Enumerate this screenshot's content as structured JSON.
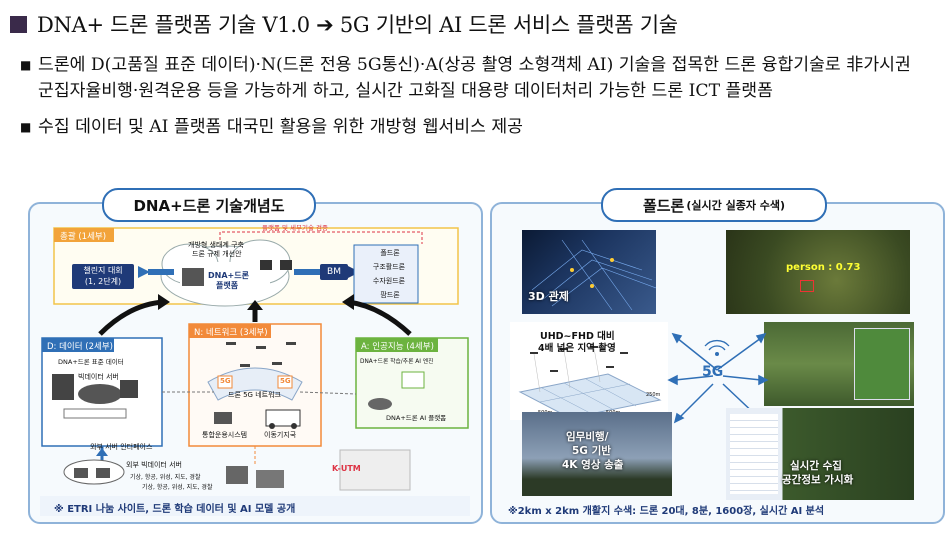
{
  "title": "DNA+ 드론 플랫폼 기술 V1.0 ➔ 5G 기반의 AI 드론 서비스 플랫폼 기술",
  "bullets": [
    "드론에 D(고품질 표준 데이터)·N(드론 전용 5G통신)·A(상공 촬영 소형객체 AI) 기술을 접목한 드론 융합기술로 非가시권 군집자율비행·원격운용 등을 가능하게 하고, 실시간 고화질 대용량 데이터처리 가능한 드론 ICT 플랫폼",
    "수집 데이터 및 AI 플랫폼 대국민 활용을 위한 개방형 웹서비스 제공"
  ],
  "left_panel": {
    "pill": "DNA+드론 기술개념도",
    "top_box_label": "총괄 (1세부)",
    "top_note": "플랫폼 및 세부기술 검증",
    "ecosystem_line1": "개방형 생태계 구축",
    "ecosystem_line2": "드론 규제 개선안",
    "platform_line1": "DNA+드론",
    "platform_line2": "플랫폼",
    "challenge": "챌린지 대회\n(1, 2단계)",
    "bm": "BM",
    "services": [
      "폴드론",
      "구조활드론",
      "수자원드론",
      "팜드론"
    ],
    "d_label": "D: 데이터 (2세부)",
    "d_std": "DNA+드론 표준 데이터",
    "d_server": "빅데이터 서버",
    "n_label": "N: 네트워크 (3세부)",
    "n_5g": "5G",
    "n_net": "드론 5G 네트워크",
    "n_ops": "통합운용시스템",
    "n_mobile": "이동기지국",
    "a_label": "A: 인공지능 (4세부)",
    "a_engine": "DNA+드론 학습/추론 AI 엔진",
    "a_platform": "DNA+드론 AI 플랫폼",
    "ext_if": "외부 서버 인터페이스",
    "ext_server": "외부 빅데이터 서버",
    "ext_src1": "기상, 항공, 위성, 지도, 경찰",
    "ext_src2": "기상, 항공, 위성, 지도, 경찰",
    "kutm": "K-UTM",
    "footer": "※ ETRI 나눔 사이트, 드론 학습 데이터 및 AI 모델 공개"
  },
  "right_panel": {
    "pill_main": "폴드론",
    "pill_sub": "(실시간 실종자 수색)",
    "cap_3d": "3D 관제",
    "cap_detect": "person : 0.73",
    "cap_uhd1": "UHD~FHD 대비",
    "cap_uhd2": "4배 넓은 지역 촬영",
    "center_5g": "5G",
    "cap_mission1": "임무비행/",
    "cap_mission2": "5G 기반",
    "cap_mission3": "4K 영상 송출",
    "cap_realtime1": "실시간 수집",
    "cap_realtime2": "공간정보 가시화",
    "grid_500_a": "500m",
    "grid_500_b": "500m",
    "grid_250": "250m",
    "footer": "※2km x 2km 개활지 수색: 드론 20대, 8분, 1600장, 실시간 AI 분석"
  }
}
